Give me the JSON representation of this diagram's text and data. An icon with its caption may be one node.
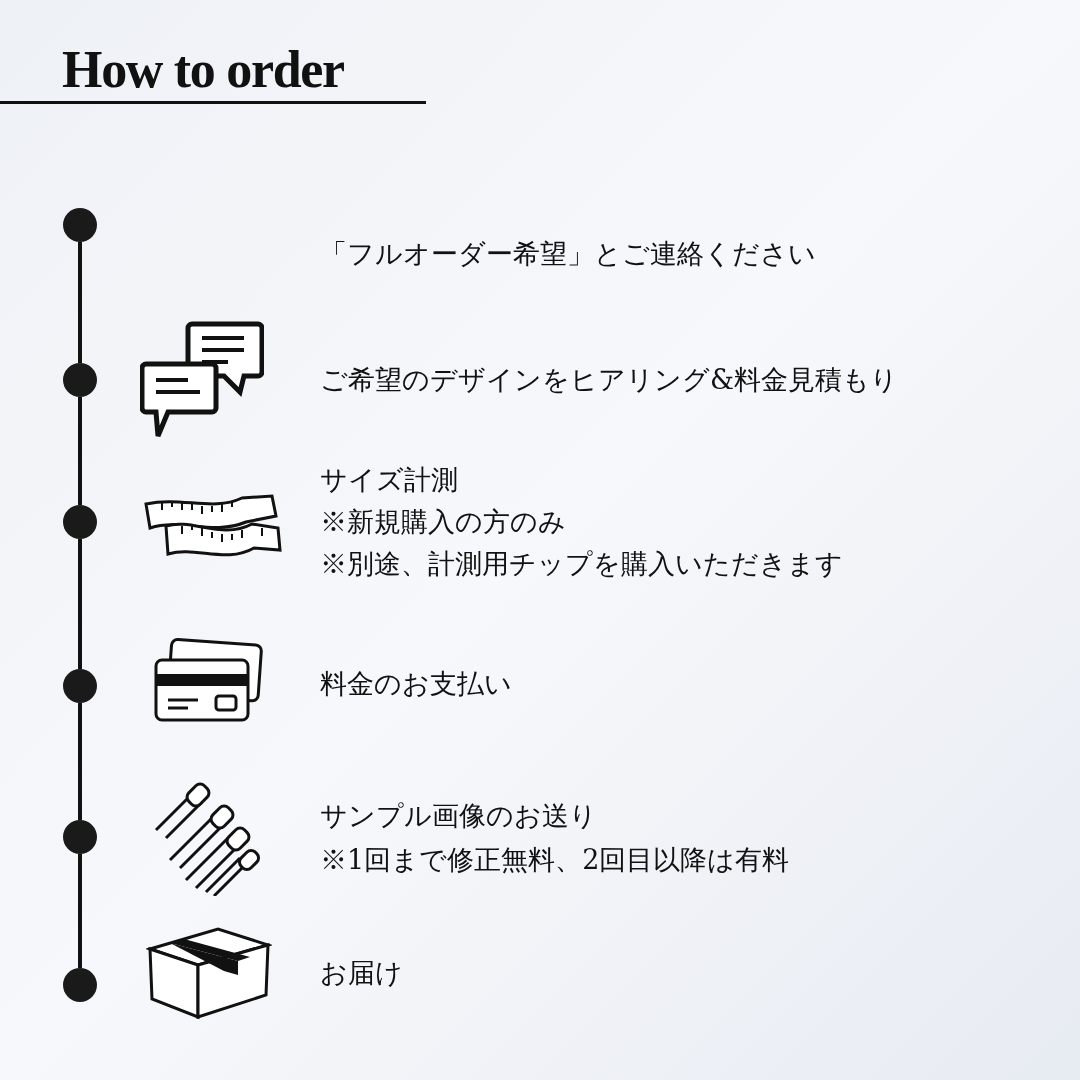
{
  "diagram": {
    "title": "How to order",
    "nodes": [
      {
        "text": [],
        "shape": "circle"
      },
      {
        "text": [],
        "shape": "circle"
      },
      {
        "text": [],
        "shape": "circle"
      },
      {
        "text": [],
        "shape": "circle"
      },
      {
        "text": [],
        "shape": "circle"
      },
      {
        "text": [],
        "shape": "circle"
      }
    ],
    "edges": [
      {
        "from": 0,
        "to": 1,
        "arrow": "none"
      },
      {
        "from": 1,
        "to": 2,
        "arrow": "none"
      },
      {
        "from": 2,
        "to": 3,
        "arrow": "none"
      },
      {
        "from": 3,
        "to": 4,
        "arrow": "none"
      },
      {
        "from": 4,
        "to": 5,
        "arrow": "none"
      }
    ],
    "labels": [
      "「フルオーダー希望」とご連絡ください",
      "ご希望のデザインをヒアリング&料金見積もり",
      "サイズ計測",
      "※新規購入の方のみ",
      "※別途、計測用チップを購入いただきます",
      "料金のお支払い",
      "サンプル画像のお送り",
      "※1回まで修正無料、2回目以降は有料",
      "お届け"
    ]
  }
}
